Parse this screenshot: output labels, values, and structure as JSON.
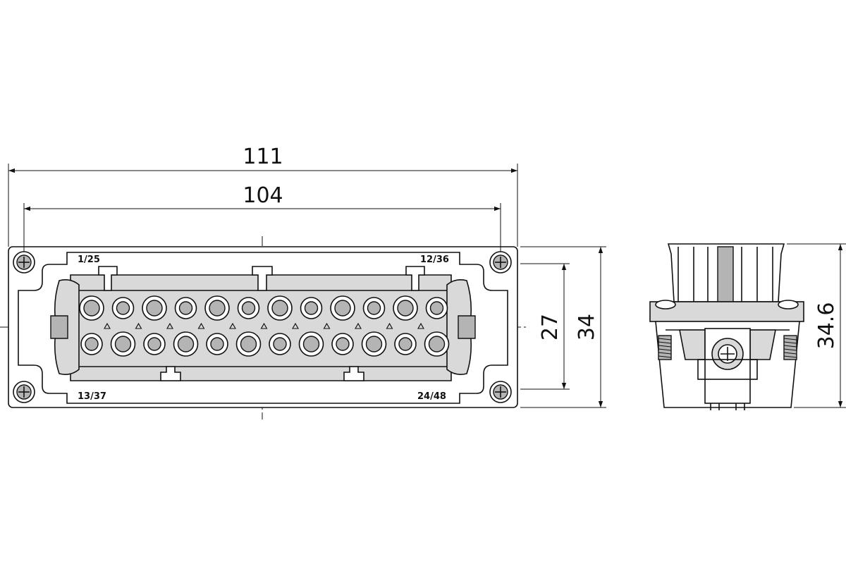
{
  "dimensions": {
    "overall_width": "111",
    "screw_spacing": "104",
    "inner_height": "27",
    "body_height": "34",
    "side_height": "34.6"
  },
  "pin_labels": {
    "top_left": "1/25",
    "top_right": "12/36",
    "bottom_left": "13/37",
    "bottom_right": "24/48"
  },
  "colors": {
    "line": "#111111",
    "body": "#d9d9d9",
    "shade": "#b4b4b4"
  }
}
